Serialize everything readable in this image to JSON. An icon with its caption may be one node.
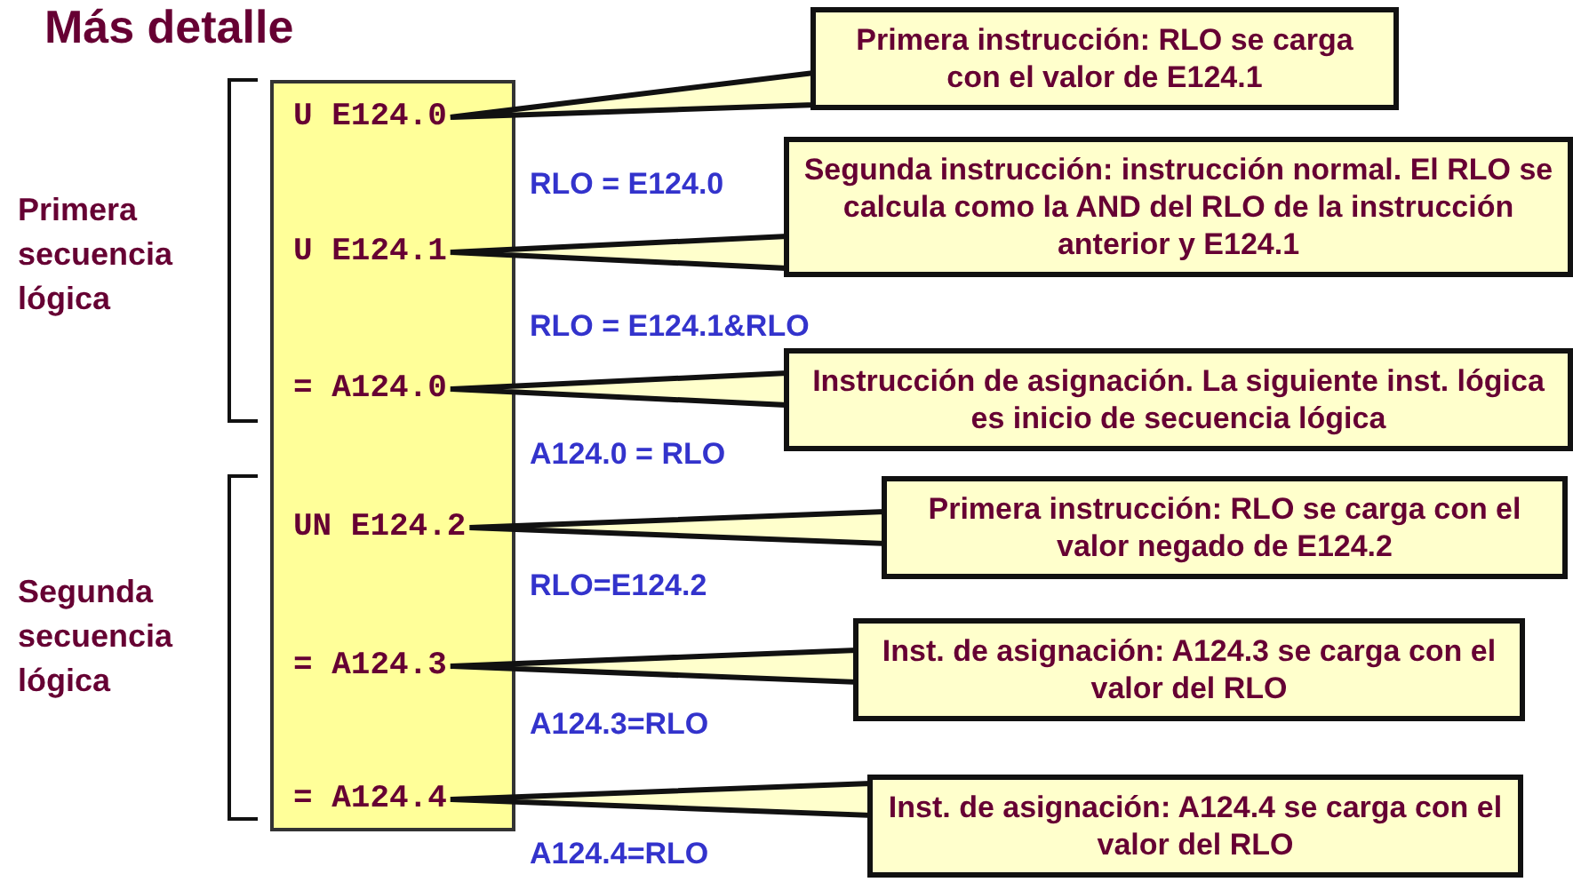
{
  "diagram": {
    "title": "Más detalle",
    "nodes": [
      {
        "text": [],
        "shape": "box"
      },
      {
        "text": [
          "U E124.0"
        ],
        "in": 0
      },
      {
        "text": [
          "U E124.1"
        ],
        "in": 0
      },
      {
        "text": [
          "= A124.0"
        ],
        "in": 0
      },
      {
        "text": [
          "UN E124.2"
        ],
        "in": 0
      },
      {
        "text": [
          "= A124.3"
        ],
        "in": 0
      },
      {
        "text": [
          "= A124.4"
        ],
        "in": 0
      },
      {
        "text": [
          "Primera instrucción: RLO se carga con el valor de E124.1"
        ]
      },
      {
        "text": [
          "Segunda instrucción: instrucción normal. El RLO se calcula como la AND del RLO de la instrucción anterior y  E124.1"
        ]
      },
      {
        "text": [
          "Instrucción de asignación. La siguiente inst. lógica es inicio de secuencia lógica"
        ]
      },
      {
        "text": [
          "Primera instrucción: RLO se carga con el valor negado de E124.2"
        ]
      },
      {
        "text": [
          "Inst. de asignación: A124.3 se carga con el valor del RLO"
        ]
      },
      {
        "text": [
          "Inst. de asignación: A124.4 se carga con el valor del RLO"
        ]
      }
    ],
    "edges": [
      {
        "from": 7,
        "to": 1,
        "arrow": "none"
      },
      {
        "from": 8,
        "to": 2,
        "arrow": "none"
      },
      {
        "from": 9,
        "to": 3,
        "arrow": "none"
      },
      {
        "from": 10,
        "to": 4,
        "arrow": "none"
      },
      {
        "from": 11,
        "to": 5,
        "arrow": "none"
      },
      {
        "from": 12,
        "to": 6,
        "arrow": "none"
      }
    ],
    "labels": [
      "Primera secuencia lógica",
      "RLO = E124.0",
      "RLO = E124.1&RLO",
      "A124.0 = RLO",
      "Segunda secuencia lógica",
      "RLO=E124.2",
      "A124.3=RLO",
      "A124.4=RLO"
    ]
  }
}
